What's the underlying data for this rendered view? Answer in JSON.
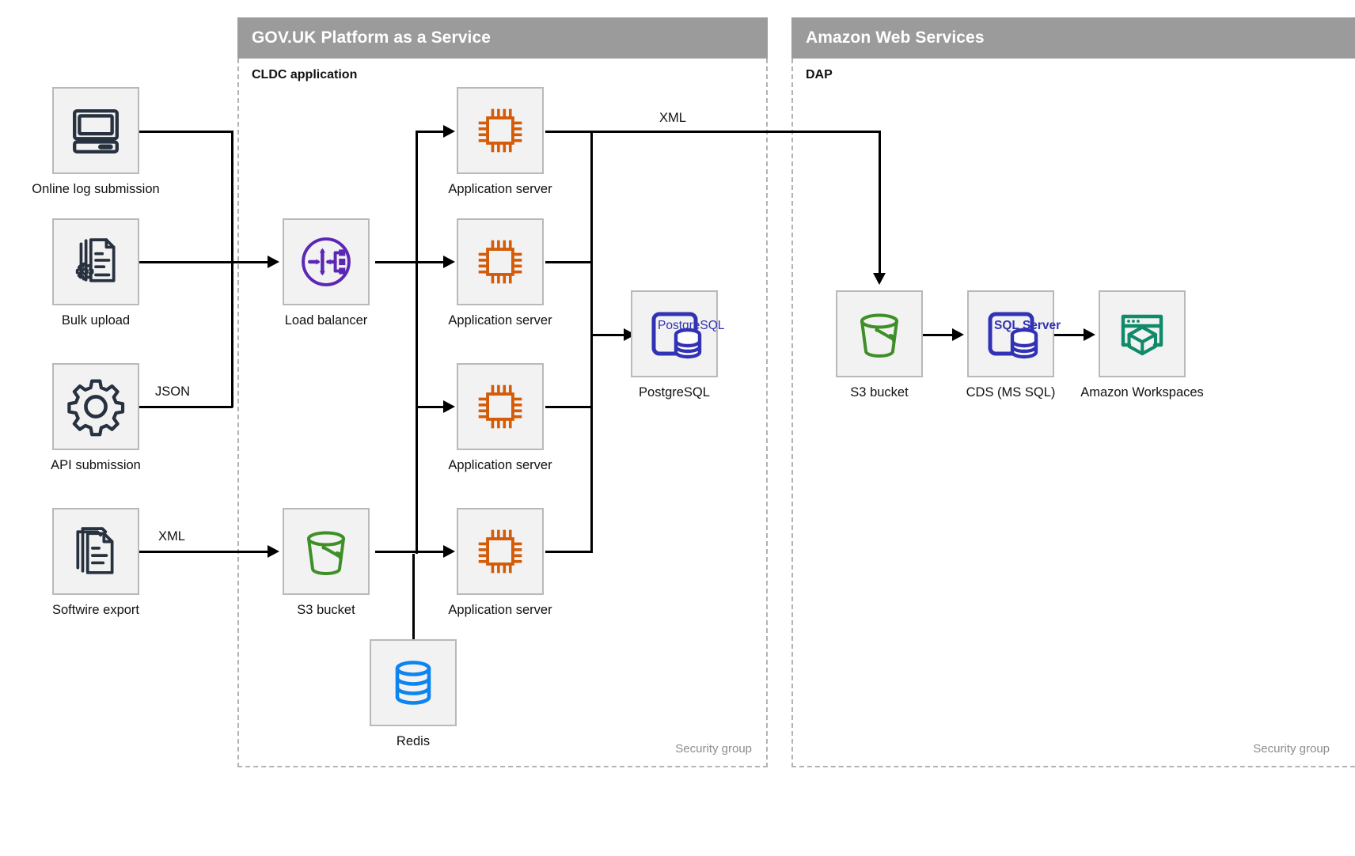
{
  "zones": [
    {
      "id": "govuk",
      "title": "GOV.UK Platform as a Service",
      "subtitle": "CLDC application",
      "footer": "Security group"
    },
    {
      "id": "aws",
      "title": "Amazon Web Services",
      "subtitle": "DAP",
      "footer": "Security group"
    }
  ],
  "nodes": [
    {
      "id": "online-log-submission",
      "label": "Online log submission",
      "icon": "desktop-computer-icon",
      "color": "#27313f"
    },
    {
      "id": "bulk-upload",
      "label": "Bulk upload",
      "icon": "document-gear-icon",
      "color": "#27313f"
    },
    {
      "id": "api-submission",
      "label": "API submission",
      "icon": "gear-icon",
      "color": "#27313f"
    },
    {
      "id": "softwire-export",
      "label": "Softwire export",
      "icon": "document-stack-icon",
      "color": "#27313f"
    },
    {
      "id": "load-balancer",
      "label": "Load balancer",
      "icon": "load-balancer-icon",
      "color": "#5b27b5"
    },
    {
      "id": "app-server-1",
      "label": "Application server",
      "icon": "cpu-chip-icon",
      "color": "#d45b07"
    },
    {
      "id": "app-server-2",
      "label": "Application server",
      "icon": "cpu-chip-icon",
      "color": "#d45b07"
    },
    {
      "id": "app-server-3",
      "label": "Application server",
      "icon": "cpu-chip-icon",
      "color": "#d45b07"
    },
    {
      "id": "app-server-4",
      "label": "Application server",
      "icon": "cpu-chip-icon",
      "color": "#d45b07"
    },
    {
      "id": "postgresql",
      "label": "PostgreSQL",
      "icon": "postgresql-icon",
      "color": "#3232b4",
      "badge": "PostgreSQL"
    },
    {
      "id": "s3-bucket-paas",
      "label": "S3 bucket",
      "icon": "s3-bucket-icon",
      "color": "#3f8f29"
    },
    {
      "id": "redis",
      "label": "Redis",
      "icon": "database-icon",
      "color": "#0d84f0"
    },
    {
      "id": "s3-bucket-aws",
      "label": "S3 bucket",
      "icon": "s3-bucket-icon",
      "color": "#3f8f29"
    },
    {
      "id": "cds-ms-sql",
      "label": "CDS (MS SQL)",
      "icon": "sql-server-icon",
      "color": "#3232b4",
      "badge": "SQL Server"
    },
    {
      "id": "amazon-workspaces",
      "label": "Amazon Workspaces",
      "icon": "workspaces-icon",
      "color": "#0f8a6a"
    }
  ],
  "edge_labels": {
    "api_json": "JSON",
    "softwire_xml": "XML",
    "appserver_xml": "XML"
  },
  "colors": {
    "zone_header_bg": "#9b9b9b",
    "zone_border": "#b3b3b3",
    "tile_bg": "#f2f2f2",
    "tile_border": "#b9b9b9",
    "connector": "#000000",
    "dark_icon": "#27313f",
    "purple": "#5b27b5",
    "orange": "#d45b07",
    "blue": "#3232b4",
    "green": "#3f8f29",
    "redis_blue": "#0d84f0",
    "teal": "#0f8a6a"
  }
}
